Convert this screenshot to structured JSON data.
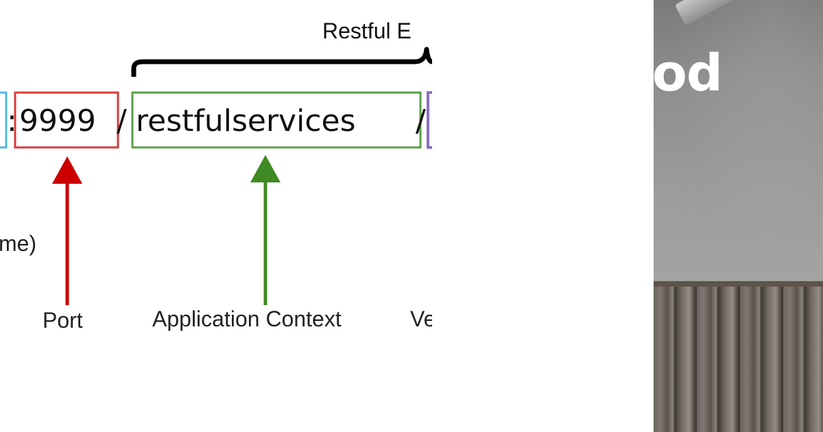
{
  "diagram": {
    "bracket_label": "Restful E",
    "url_left_fragment": ":",
    "port": "9999",
    "slash": "/",
    "context": "restfulservices",
    "trailing_slash": "/",
    "captions": {
      "hostname_fragment": "me)",
      "port": "Port",
      "application_context": "Application Context",
      "version_fragment": "Ve"
    },
    "colors": {
      "hostname_box": "#4db8e8",
      "port_box": "#d9393a",
      "port_arrow": "#cc0000",
      "context_box": "#5a9e45",
      "context_arrow": "#3f8a22",
      "version_box": "#8a6fc4",
      "bracket": "#000000"
    }
  },
  "photo": {
    "heading_fragment": "od"
  }
}
